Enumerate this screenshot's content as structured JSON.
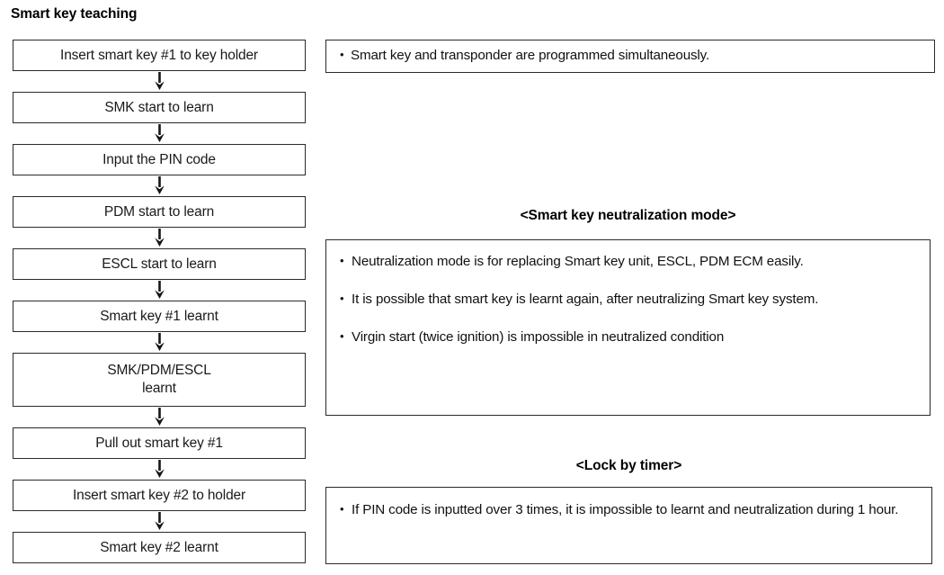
{
  "title": "Smart key teaching",
  "flow": {
    "steps": [
      {
        "label": "Insert smart key #1 to key holder",
        "lines": 1
      },
      {
        "label": "SMK start to learn",
        "lines": 1
      },
      {
        "label": "Input the PIN code",
        "lines": 1
      },
      {
        "label": "PDM start to learn",
        "lines": 1
      },
      {
        "label": "ESCL start to learn",
        "lines": 1
      },
      {
        "label": "Smart key #1 learnt",
        "lines": 1
      },
      {
        "label": "SMK/PDM/ESCL\nlearnt",
        "lines": 2
      },
      {
        "label": "Pull out smart key #1",
        "lines": 1
      },
      {
        "label": "Insert smart key #2 to holder",
        "lines": 1
      },
      {
        "label": "Smart key #2 learnt",
        "lines": 1
      }
    ],
    "arrow_icon": "arrow-down-icon"
  },
  "notes": {
    "programming": {
      "bullets": [
        "Smart key and transponder are programmed simultaneously."
      ]
    },
    "neutralization": {
      "header": "<Smart key neutralization mode>",
      "bullets": [
        "Neutralization mode is for replacing Smart key unit, ESCL, PDM ECM easily.",
        "It is possible that smart key is learnt again, after neutralizing Smart key system.",
        "Virgin start (twice ignition) is impossible in neutralized condition"
      ]
    },
    "lock_timer": {
      "header": "<Lock by timer>",
      "bullets": [
        "If PIN code is inputted over 3 times, it is impossible to learnt and neutralization during 1 hour."
      ]
    }
  },
  "colors": {
    "border": "#2a2a2a",
    "text": "#111111",
    "background": "#ffffff"
  }
}
